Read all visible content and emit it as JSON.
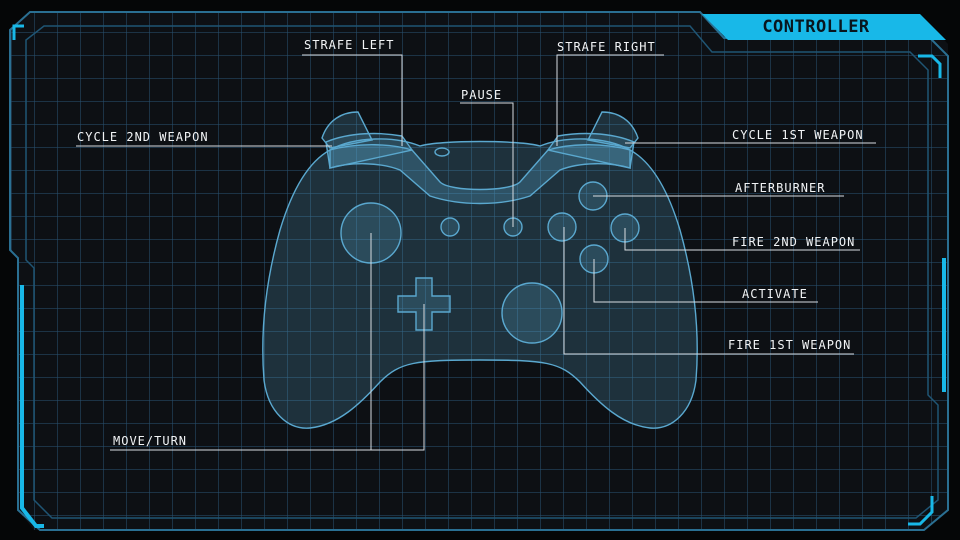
{
  "screen": {
    "title": "CONTROLLER",
    "accent_color": "#18b8e8",
    "frame_color": "#2a6f92",
    "line_color": "#d8dde2",
    "controller_color": "#5aa8cf"
  },
  "labels": {
    "strafe_left": "STRAFE LEFT",
    "strafe_right": "STRAFE RIGHT",
    "pause": "PAUSE",
    "cycle_2nd_weapon": "CYCLE 2ND WEAPON",
    "cycle_1st_weapon": "CYCLE 1ST WEAPON",
    "afterburner": "AFTERBURNER",
    "fire_2nd_weapon": "FIRE 2ND WEAPON",
    "activate": "ACTIVATE",
    "fire_1st_weapon": "FIRE 1ST WEAPON",
    "move_turn": "MOVE/TURN"
  },
  "icons": [
    "gamepad-diagram",
    "dpad-icon",
    "left-stick-icon",
    "right-stick-icon",
    "face-buttons-icon"
  ]
}
